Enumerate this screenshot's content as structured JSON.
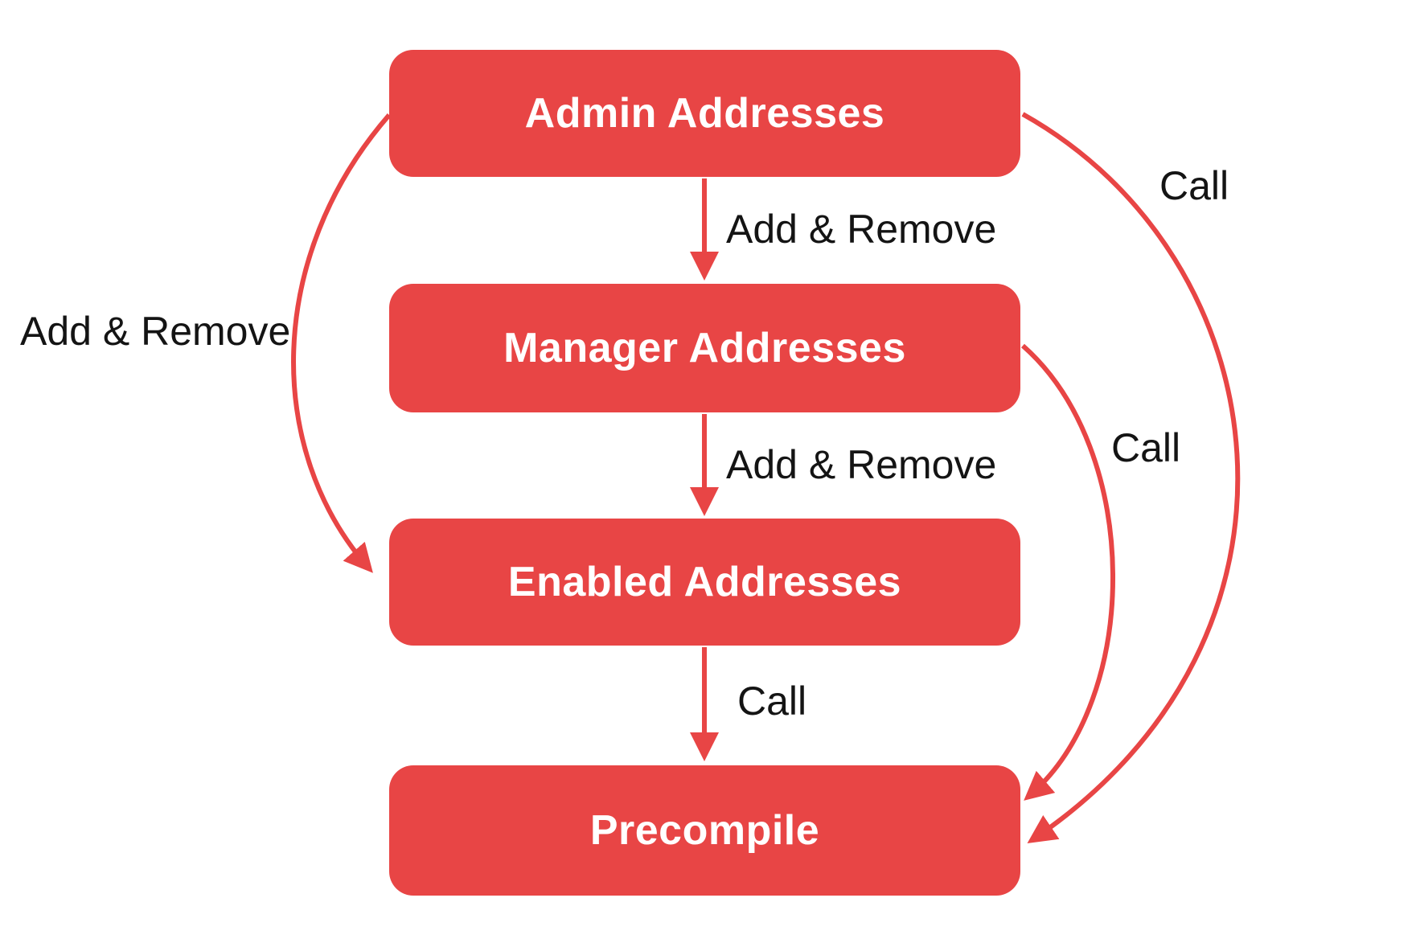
{
  "diagram": {
    "accent_color": "#E84545",
    "label_color": "#141414",
    "nodes": [
      {
        "id": "admin",
        "label": "Admin Addresses"
      },
      {
        "id": "manager",
        "label": "Manager Addresses"
      },
      {
        "id": "enabled",
        "label": "Enabled Addresses"
      },
      {
        "id": "precompile",
        "label": "Precompile"
      }
    ],
    "edges": [
      {
        "from": "admin",
        "to": "manager",
        "label": "Add & Remove"
      },
      {
        "from": "manager",
        "to": "enabled",
        "label": "Add & Remove"
      },
      {
        "from": "enabled",
        "to": "precompile",
        "label": "Call"
      },
      {
        "from": "admin",
        "to": "enabled",
        "label": "Add & Remove"
      },
      {
        "from": "manager",
        "to": "precompile",
        "label": "Call"
      },
      {
        "from": "admin",
        "to": "precompile",
        "label": "Call"
      }
    ]
  }
}
